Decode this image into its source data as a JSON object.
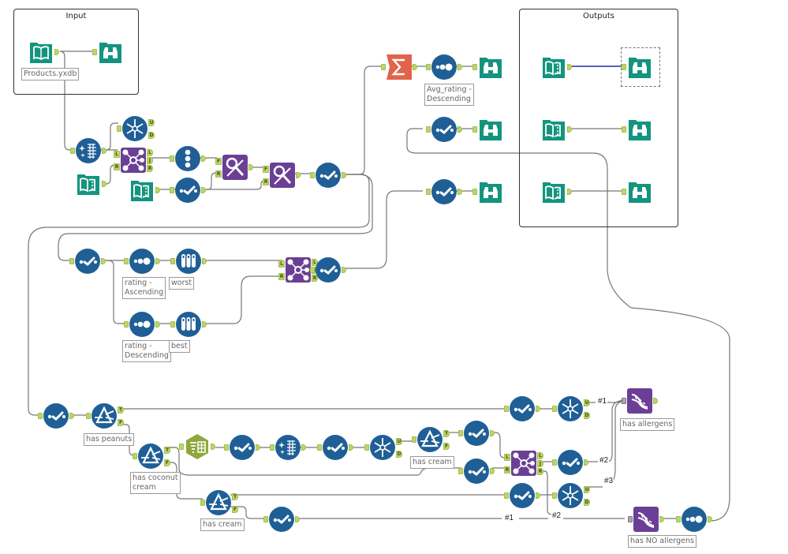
{
  "containers": {
    "input": {
      "title": "Input"
    },
    "outputs": {
      "title": "Outputs"
    }
  },
  "colors": {
    "io_teal": "#14947f",
    "prep_blue": "#1f5f96",
    "join_purple": "#6b3f96",
    "transform_orange": "#e0634a",
    "parse_green": "#8fa83d",
    "anchor_green": "#bcd66b",
    "wire_gray": "#777777",
    "selected_wire": "#2a2ab0"
  },
  "annotations": {
    "input_file": "Products.yxdb",
    "avg_sort": "Avg_rating -\nDescending",
    "rating_asc": "rating -\nAscending",
    "worst": "worst",
    "rating_desc": "rating -\nDescending",
    "best": "best",
    "has_peanuts": "has peanuts",
    "has_coconut_cream": "has coconut\ncream",
    "has_cream_mid": "has cream",
    "has_cream_low": "has cream",
    "has_allergens": "has allergens",
    "has_no_allergens": "has NO allergens"
  },
  "anchor_labels": {
    "unique": "U",
    "duplicate": "D",
    "left": "L",
    "join": "J",
    "right": "R",
    "true": "T",
    "false": "F",
    "find": "F",
    "replace": "R"
  },
  "connection_labels": {
    "c1": "#1",
    "c2": "#2",
    "c3": "#3",
    "c4": "#1",
    "c5": "#2"
  },
  "tools": [
    {
      "id": "input-data",
      "type": "input-data-icon"
    },
    {
      "id": "browse",
      "type": "browse-icon"
    },
    {
      "id": "summarize",
      "type": "summarize-icon"
    },
    {
      "id": "sort",
      "type": "sort-icon"
    },
    {
      "id": "select",
      "type": "select-icon"
    },
    {
      "id": "unique",
      "type": "unique-icon"
    },
    {
      "id": "join",
      "type": "join-icon"
    },
    {
      "id": "record-id",
      "type": "record-id-icon"
    },
    {
      "id": "find-replace",
      "type": "find-replace-icon"
    },
    {
      "id": "sample",
      "type": "sample-icon"
    },
    {
      "id": "filter",
      "type": "filter-icon"
    },
    {
      "id": "data-cleansing",
      "type": "data-cleansing-icon"
    },
    {
      "id": "text-to-columns",
      "type": "text-to-columns-icon"
    },
    {
      "id": "union",
      "type": "union-icon"
    },
    {
      "id": "text-input",
      "type": "text-input-icon"
    }
  ]
}
